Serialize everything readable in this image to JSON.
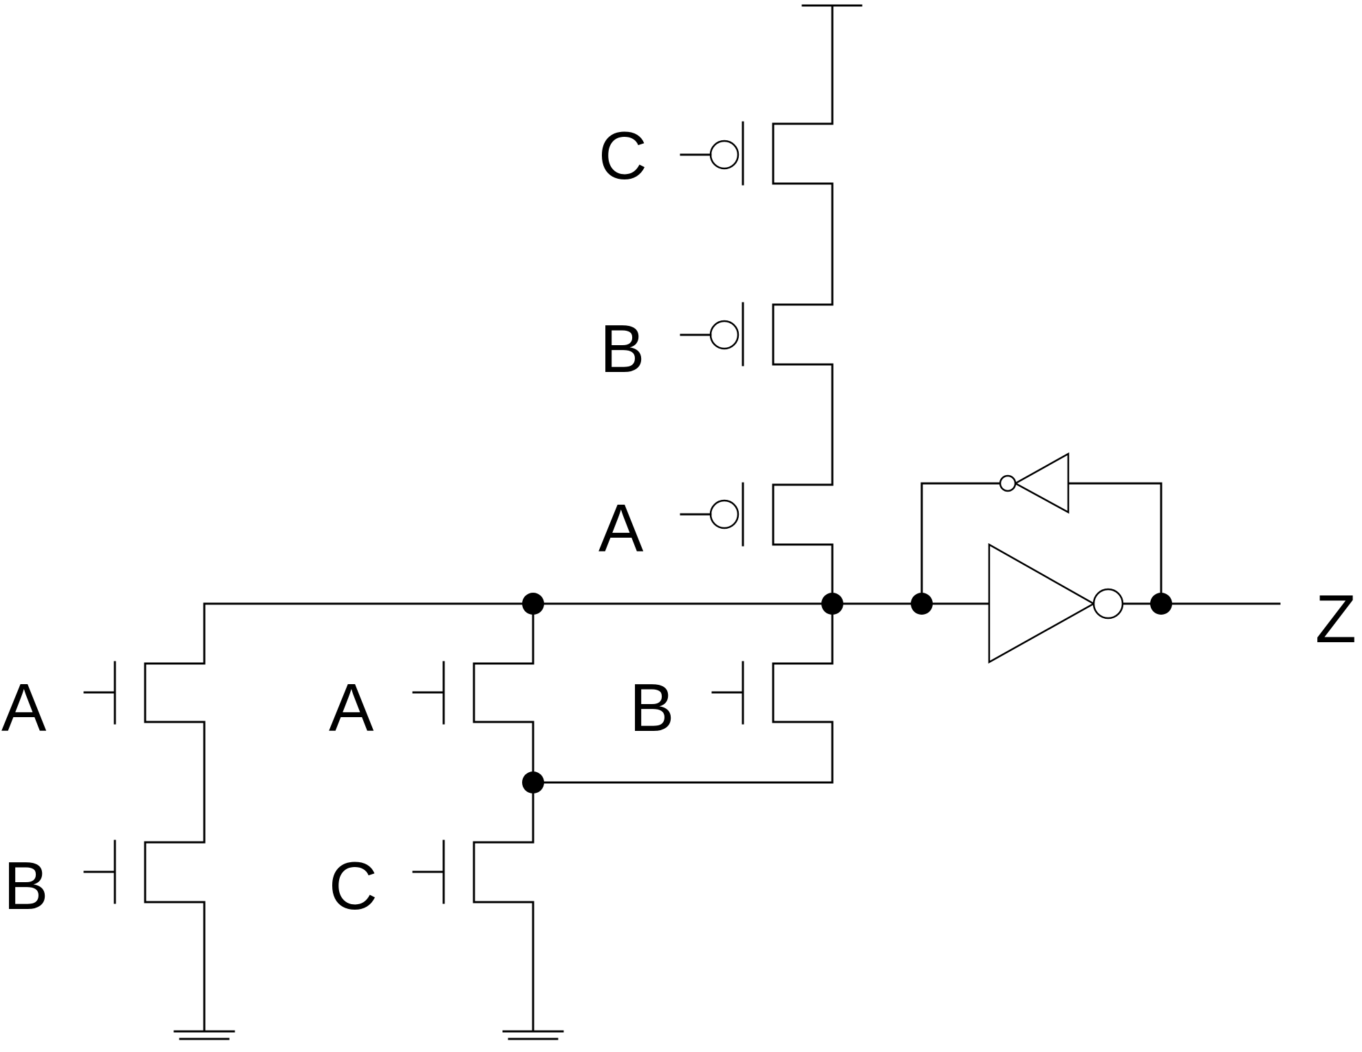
{
  "labels": {
    "pmos_top": "C",
    "pmos_mid": "B",
    "pmos_bottom": "A",
    "nmos_left_top": "A",
    "nmos_left_bottom": "B",
    "nmos_mid_top": "A",
    "nmos_mid_bottom": "C",
    "nmos_right": "B",
    "output": "Z"
  },
  "colors": {
    "line": "#000000",
    "background": "#ffffff"
  }
}
